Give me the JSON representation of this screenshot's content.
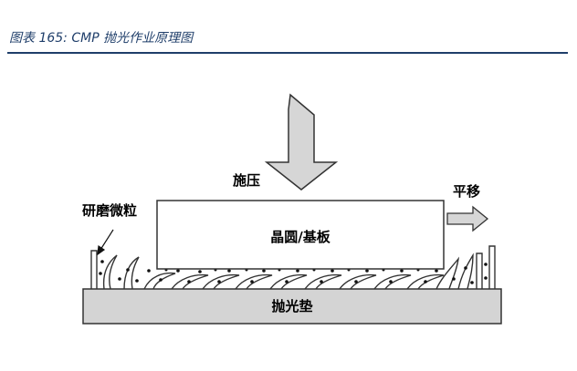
{
  "figure": {
    "caption": "图表 165:  CMP 抛光作业原理图"
  },
  "diagram": {
    "pressure_label": "施压",
    "translation_label": "平移",
    "abrasive_label": "研磨微粒",
    "wafer_label": "晶圆/基板",
    "pad_label": "抛光垫"
  },
  "colors": {
    "caption": "#1f3e6a",
    "pad": "#d4d4d4",
    "arrow": "#d6d6d6",
    "stroke": "#333333"
  }
}
